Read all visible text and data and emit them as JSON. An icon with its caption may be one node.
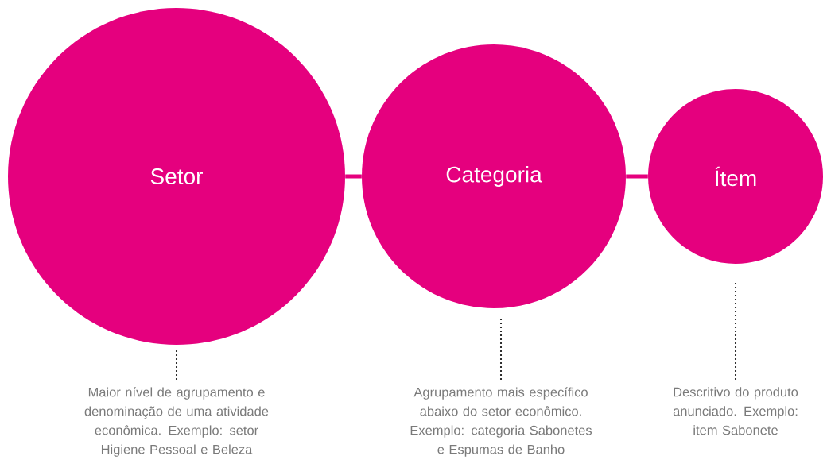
{
  "diagram": {
    "nodes": [
      {
        "text": [
          "Setor"
        ]
      },
      {
        "text": [
          "Categoria"
        ]
      },
      {
        "text": [
          "Ítem"
        ]
      },
      {
        "text": [
          "Maior nível de agrupamento e denominação de uma atividade econômica. Exemplo: setor Higiene Pessoal e Beleza"
        ]
      },
      {
        "text": [
          "Agrupamento mais específico abaixo do setor econômico. Exemplo: categoria Sabonetes e Espumas de Banho"
        ]
      },
      {
        "text": [
          "Descritivo do produto anunciado. Exemplo: item Sabonete"
        ]
      }
    ],
    "edges": [
      {
        "from": 0,
        "to": 1,
        "arrow": "none",
        "style": "thick",
        "color": "#e5007e"
      },
      {
        "from": 1,
        "to": 2,
        "arrow": "none",
        "style": "thick",
        "color": "#e5007e"
      },
      {
        "from": 3,
        "to": 0,
        "arrow": "none",
        "style": "dashed"
      },
      {
        "from": 4,
        "to": 1,
        "arrow": "none",
        "style": "dashed"
      },
      {
        "from": 5,
        "to": 2,
        "arrow": "none",
        "style": "dashed"
      }
    ]
  }
}
